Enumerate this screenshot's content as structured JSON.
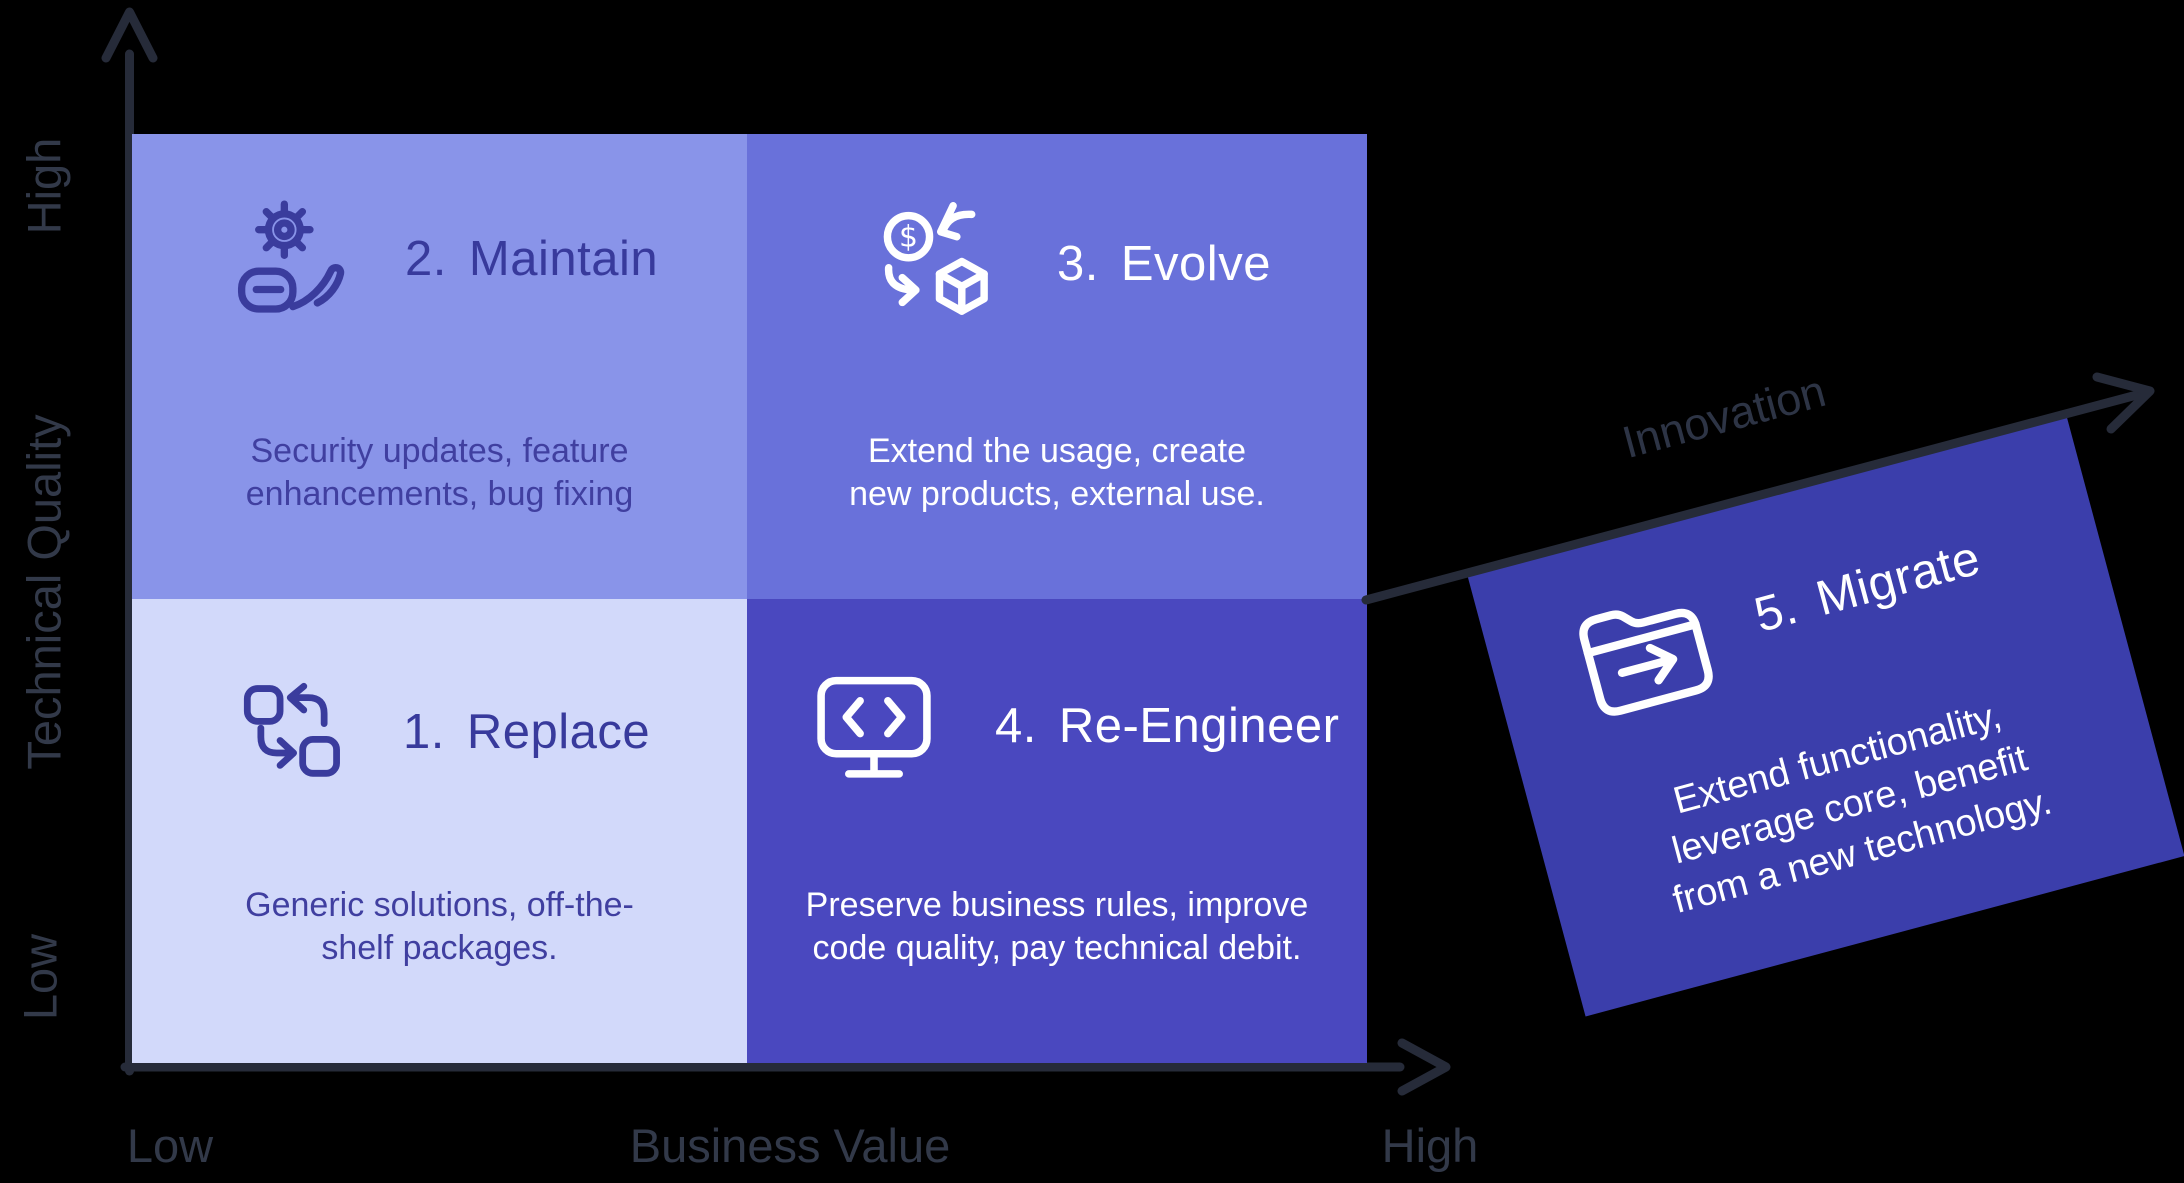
{
  "colors": {
    "background": "#000000",
    "axis_line": "#262B39",
    "axis_label": "#323949",
    "innovation_label": "#2D3445",
    "maintain_bg": "#8994E9",
    "evolve_bg": "#6971DA",
    "replace_bg": "#D2D9FA",
    "reengineer_bg": "#4A48BF",
    "migrate_card_bg": "#3B3EAB",
    "dark_text": "#383A9C",
    "light_text": "#FFFFFF"
  },
  "y_axis": {
    "label": "Technical Quality",
    "top_tick": "High",
    "bottom_tick": "Low"
  },
  "x_axis": {
    "label": "Business Value",
    "left_tick": "Low",
    "right_tick": "High"
  },
  "innovation_axis": {
    "label": "Innovation"
  },
  "quadrants": [
    {
      "id": "replace",
      "number": "1.",
      "name": "Replace",
      "icon": "swap-squares-icon",
      "description": "Generic solutions, off-the-\nshelf packages."
    },
    {
      "id": "maintain",
      "number": "2.",
      "name": "Maintain",
      "icon": "hand-gear-icon",
      "description": "Security updates, feature\nenhancements, bug fixing"
    },
    {
      "id": "evolve",
      "number": "3.",
      "name": "Evolve",
      "icon": "dollar-cube-exchange-icon",
      "description": "Extend the usage, create\nnew products, external use."
    },
    {
      "id": "reengineer",
      "number": "4.",
      "name": "Re-Engineer",
      "icon": "code-monitor-icon",
      "description": "Preserve business rules, improve\ncode quality, pay technical debit."
    }
  ],
  "migrate_card": {
    "number": "5.",
    "name": "Migrate",
    "icon": "folder-arrow-icon",
    "description": "Extend functionality,\nleverage core, benefit\nfrom a new technology."
  }
}
